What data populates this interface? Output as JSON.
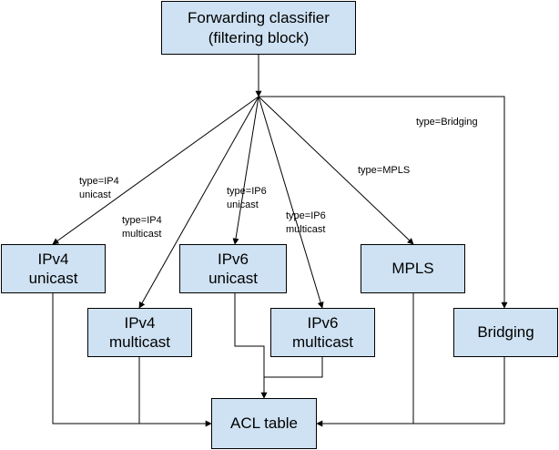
{
  "diagram": {
    "nodes": {
      "classifier": "Forwarding classifier\n(filtering block)",
      "ipv4_unicast": "IPv4\nunicast",
      "ipv4_multicast": "IPv4\nmulticast",
      "ipv6_unicast": "IPv6\nunicast",
      "ipv6_multicast": "IPv6\nmulticast",
      "mpls": "MPLS",
      "bridging": "Bridging",
      "acl_table": "ACL table"
    },
    "edge_labels": {
      "ipv4_unicast": "type=IP4\nunicast",
      "ipv4_multicast": "type=IP4\nmulticast",
      "ipv6_unicast": "type=IP6\nunicast",
      "ipv6_multicast": "type=IP6\nmulticast",
      "mpls": "type=MPLS",
      "bridging": "type=Bridging"
    },
    "colors": {
      "box_fill": "#cfe2f3",
      "line": "#000000"
    }
  }
}
